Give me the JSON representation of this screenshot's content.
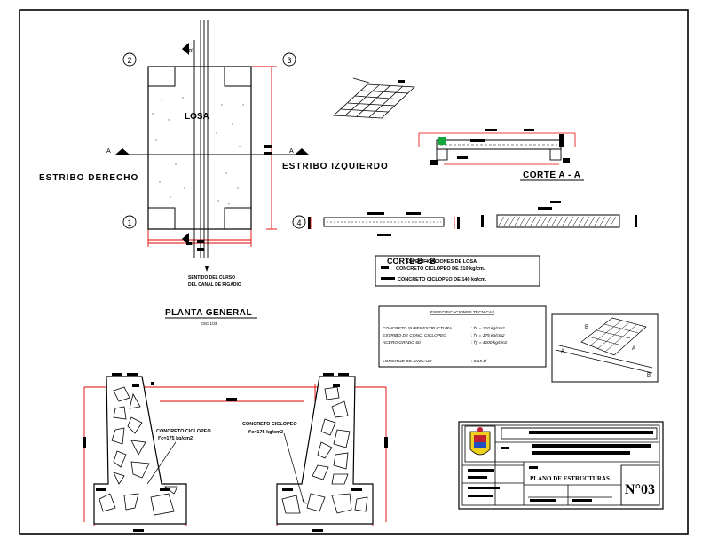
{
  "plan": {
    "label_losa": "LOSA",
    "label_estribo_derecho": "ESTRIBO DERECHO",
    "label_estribo_izquierdo": "ESTRIBO IZQUIERDO",
    "axis_1": "1",
    "axis_2": "2",
    "axis_3": "3",
    "axis_4": "4",
    "section_mark_a": "A",
    "section_mark_b": "B",
    "flow_line1": "SENTIDO DEL CURSO",
    "flow_line2": "DEL CANAL DE RIGADIO",
    "title": "PLANTA GENERAL",
    "scale": "ESC 1/35"
  },
  "section_aa": {
    "title": "CORTE A - A"
  },
  "section_bb": {
    "title": "CORTE B - B"
  },
  "slab_specs": {
    "title": "ESPECIFICACIONES DE LOSA",
    "line1": "CONCRETO CICLOPEO DE 210 kg/cm.",
    "line2": "CONCRETO CICLOPEO DE 140 kg/cm."
  },
  "tech_specs": {
    "title": "ESPECIFICACIONES TECNICAS",
    "rows": [
      {
        "label": "CONCRETO SUPERESTRUCTURA",
        "value": ": f'c = 210 kg/cm2"
      },
      {
        "label": "ESTRIBO DE CONC. CICLOPEO",
        "value": ": f'c = 175 kg/cm2"
      },
      {
        "label": "ACERO GRADO 60",
        "value": ": f'y = 4200 kg/cm2"
      },
      {
        "label": "LONGITUD DE ANCLAJE",
        "value": ": 0.15 Ø"
      }
    ]
  },
  "elevation": {
    "left_callout_line1": "CONCRETO CICLOPEO",
    "left_callout_line2": "f'c=175 kg/cm2",
    "right_callout_line1": "CONCRETO CICLOPEO",
    "right_callout_line2": "f'c=175 kg/cm2"
  },
  "title_block": {
    "plan_name": "PLANO DE ESTRUCTURAS",
    "sheet_number": "N°03"
  },
  "colors": {
    "linework": "#000000",
    "dimension": "#e00000",
    "accent_green": "#14a83c"
  }
}
